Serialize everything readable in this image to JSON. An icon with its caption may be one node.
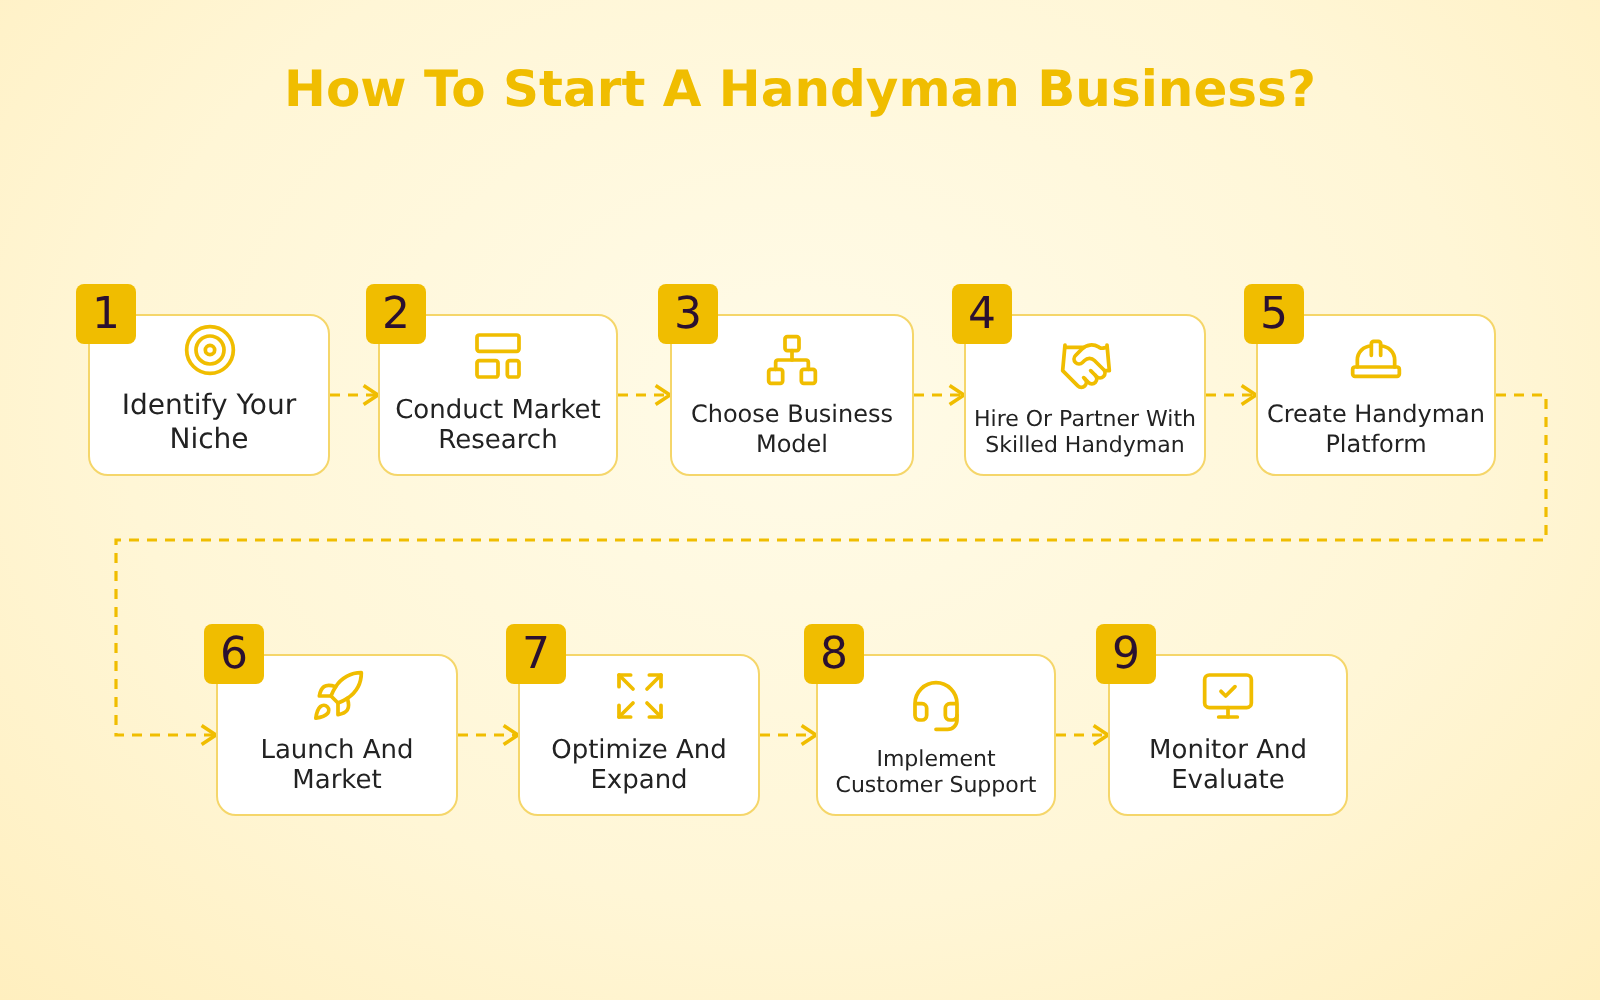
{
  "diagram": {
    "title": "How To Start A Handyman Business?",
    "nodes": [
      {
        "text": [
          "Identify Your Niche"
        ],
        "beside": [
          "1"
        ]
      },
      {
        "text": [
          "Conduct Market Research"
        ],
        "beside": [
          "2"
        ]
      },
      {
        "text": [
          "Choose Business Model"
        ],
        "beside": [
          "3"
        ]
      },
      {
        "text": [
          "Hire Or Partner With Skilled Handyman"
        ],
        "beside": [
          "4"
        ]
      },
      {
        "text": [
          "Create Handyman Platform"
        ],
        "beside": [
          "5"
        ]
      },
      {
        "text": [
          "Launch And Market"
        ],
        "beside": [
          "6"
        ]
      },
      {
        "text": [
          "Optimize And Expand"
        ],
        "beside": [
          "7"
        ]
      },
      {
        "text": [
          "Implement Customer Support"
        ],
        "beside": [
          "8"
        ]
      },
      {
        "text": [
          "Monitor And Evaluate"
        ],
        "beside": [
          "9"
        ]
      }
    ],
    "edges": [
      {
        "from": 0,
        "to": 1,
        "arrow": "to",
        "style": "dashed"
      },
      {
        "from": 1,
        "to": 2,
        "arrow": "to",
        "style": "dashed"
      },
      {
        "from": 2,
        "to": 3,
        "arrow": "to",
        "style": "dashed"
      },
      {
        "from": 3,
        "to": 4,
        "arrow": "to",
        "style": "dashed"
      },
      {
        "from": 4,
        "to": 5,
        "arrow": "to",
        "style": "dashed"
      },
      {
        "from": 5,
        "to": 6,
        "arrow": "to",
        "style": "dashed"
      },
      {
        "from": 6,
        "to": 7,
        "arrow": "to",
        "style": "dashed"
      },
      {
        "from": 7,
        "to": 8,
        "arrow": "to",
        "style": "dashed"
      }
    ]
  }
}
